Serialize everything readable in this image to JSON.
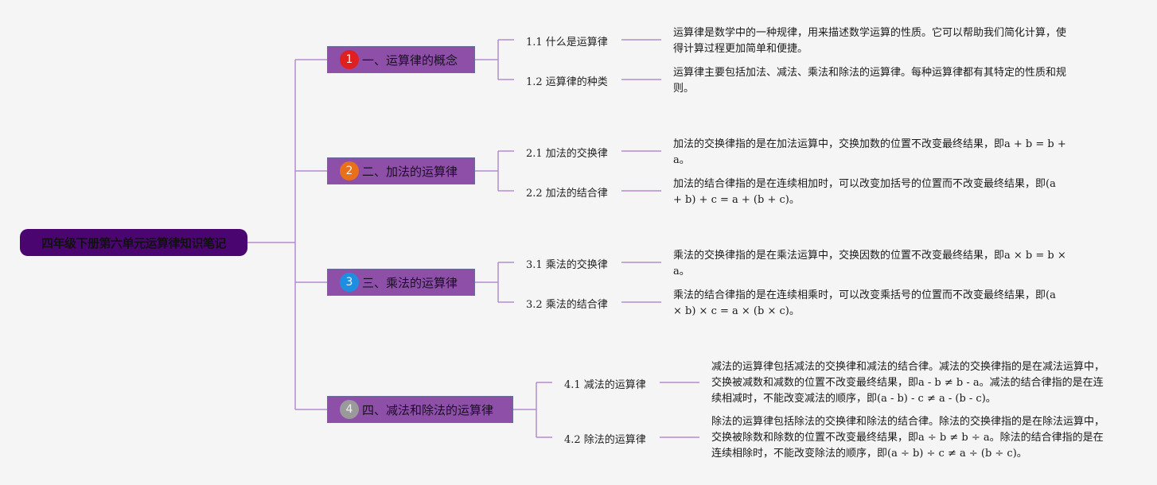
{
  "root": {
    "title": "四年级下册第六单元运算律知识笔记"
  },
  "colors": {
    "root_fill": "#4a0570",
    "branch_fill": "#8e4fa8",
    "line": "#b48ccf",
    "badge_1": "#e02020",
    "badge_2": "#e8701a",
    "badge_3": "#1e8fe0",
    "badge_4": "#9a9a9a"
  },
  "branches": [
    {
      "number": "1",
      "label": "一、运算律的概念",
      "subs": [
        {
          "label": "1.1 什么是运算律",
          "text": "运算律是数学中的一种规律，用来描述数学运算的性质。它可以帮助我们简化计算，使得计算过程更加简单和便捷。"
        },
        {
          "label": "1.2 运算律的种类",
          "text": "运算律主要包括加法、减法、乘法和除法的运算律。每种运算律都有其特定的性质和规则。"
        }
      ]
    },
    {
      "number": "2",
      "label": "二、加法的运算律",
      "subs": [
        {
          "label": "2.1 加法的交换律",
          "text": "加法的交换律指的是在加法运算中，交换加数的位置不改变最终结果，即a + b = b + a。"
        },
        {
          "label": "2.2 加法的结合律",
          "text": "加法的结合律指的是在连续相加时，可以改变加括号的位置而不改变最终结果，即(a + b) + c = a + (b + c)。"
        }
      ]
    },
    {
      "number": "3",
      "label": "三、乘法的运算律",
      "subs": [
        {
          "label": "3.1 乘法的交换律",
          "text": "乘法的交换律指的是在乘法运算中，交换因数的位置不改变最终结果，即a × b = b × a。"
        },
        {
          "label": "3.2 乘法的结合律",
          "text": "乘法的结合律指的是在连续相乘时，可以改变乘括号的位置而不改变最终结果，即(a × b) × c = a × (b × c)。"
        }
      ]
    },
    {
      "number": "4",
      "label": "四、减法和除法的运算律",
      "subs": [
        {
          "label": "4.1 减法的运算律",
          "text": "减法的运算律包括减法的交换律和减法的结合律。减法的交换律指的是在减法运算中，交换被减数和减数的位置不改变最终结果，即a - b ≠ b - a。减法的结合律指的是在连续相减时，不能改变减法的顺序，即(a - b) - c ≠ a - (b - c)。"
        },
        {
          "label": "4.2 除法的运算律",
          "text": "除法的运算律包括除法的交换律和除法的结合律。除法的交换律指的是在除法运算中，交换被除数和除数的位置不改变最终结果，即a ÷ b ≠ b ÷ a。除法的结合律指的是在连续相除时，不能改变除法的顺序，即(a ÷ b) ÷ c ≠ a ÷ (b ÷ c)。"
        }
      ]
    }
  ]
}
